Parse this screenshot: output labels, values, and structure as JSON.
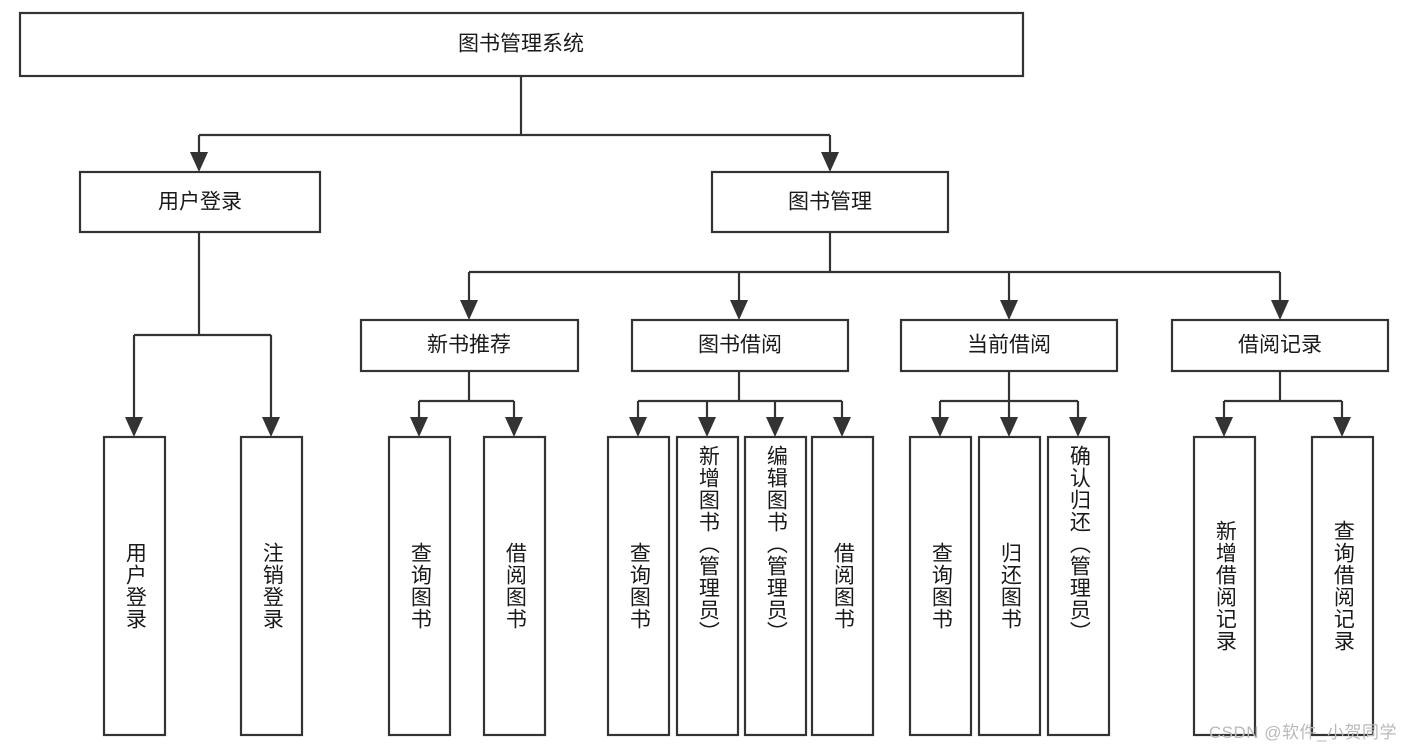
{
  "diagram": {
    "type": "hierarchy-tree",
    "title": "图书管理系统",
    "watermark": "CSDN @软件_小贺同学",
    "colors": {
      "stroke": "#333333",
      "box_fill": "#ffffff",
      "text": "#1a1a1a",
      "background": "#ffffff",
      "watermark": "#b9b9b9"
    },
    "levels": {
      "root": "图书管理系统",
      "level2": [
        "用户登录",
        "图书管理"
      ],
      "level3": [
        "新书推荐",
        "图书借阅",
        "当前借阅",
        "借阅记录"
      ]
    },
    "nodes": {
      "root": {
        "label": "图书管理系统"
      },
      "user_login": {
        "label": "用户登录"
      },
      "book_manage": {
        "label": "图书管理"
      },
      "new_book_rec": {
        "label": "新书推荐"
      },
      "book_borrow": {
        "label": "图书借阅"
      },
      "current_borrow": {
        "label": "当前借阅"
      },
      "borrow_record": {
        "label": "借阅记录"
      }
    },
    "leaves": {
      "user_login": [
        {
          "label": "用户登录"
        },
        {
          "label": "注销登录"
        }
      ],
      "new_book_rec": [
        {
          "label": "查询图书"
        },
        {
          "label": "借阅图书"
        }
      ],
      "book_borrow": [
        {
          "label": "查询图书"
        },
        {
          "label": "新增图书（管理员）"
        },
        {
          "label": "编辑图书（管理员）"
        },
        {
          "label": "借阅图书"
        }
      ],
      "current_borrow": [
        {
          "label": "查询图书"
        },
        {
          "label": "归还图书"
        },
        {
          "label": "确认归还（管理员）"
        }
      ],
      "borrow_record": [
        {
          "label": "新增借阅记录"
        },
        {
          "label": "查询借阅记录"
        }
      ]
    }
  }
}
